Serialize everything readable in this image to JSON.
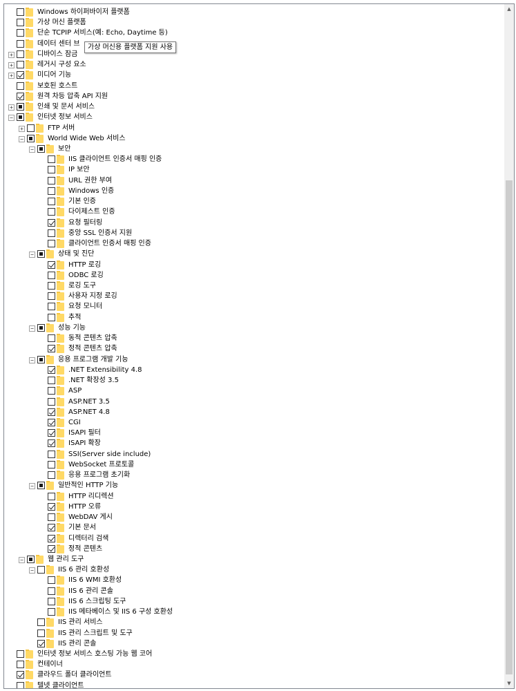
{
  "tooltip": "가상 머신용 플랫폼 지원 사용",
  "scrollbar": {
    "up_glyph": "▲",
    "down_glyph": "▼"
  },
  "tree": [
    {
      "label": "Windows 하이퍼바이저 플랫폼",
      "level": 0,
      "state": "unchecked",
      "expander": "none"
    },
    {
      "label": "가상 머신 플랫폼",
      "level": 0,
      "state": "unchecked",
      "expander": "none"
    },
    {
      "label": "단순 TCPIP 서비스(예: Echo, Daytime 등)",
      "level": 0,
      "state": "unchecked",
      "expander": "none"
    },
    {
      "label": "데이터 센터 브",
      "level": 0,
      "state": "unchecked",
      "expander": "none"
    },
    {
      "label": "디바이스 잠금",
      "level": 0,
      "state": "unchecked",
      "expander": "plus"
    },
    {
      "label": "레거시 구성 요소",
      "level": 0,
      "state": "unchecked",
      "expander": "plus"
    },
    {
      "label": "미디어 기능",
      "level": 0,
      "state": "checked",
      "expander": "plus"
    },
    {
      "label": "보호된 호스트",
      "level": 0,
      "state": "unchecked",
      "expander": "none"
    },
    {
      "label": "원격 차등 압축 API 지원",
      "level": 0,
      "state": "checked",
      "expander": "none"
    },
    {
      "label": "인쇄 및 문서 서비스",
      "level": 0,
      "state": "partial",
      "expander": "plus"
    },
    {
      "label": "인터넷 정보 서비스",
      "level": 0,
      "state": "partial",
      "expander": "minus"
    },
    {
      "label": "FTP 서버",
      "level": 1,
      "state": "unchecked",
      "expander": "plus"
    },
    {
      "label": "World Wide Web 서비스",
      "level": 1,
      "state": "partial",
      "expander": "minus"
    },
    {
      "label": "보안",
      "level": 2,
      "state": "partial",
      "expander": "minus"
    },
    {
      "label": "IIS 클라이언트 인증서 매핑 인증",
      "level": 3,
      "state": "unchecked",
      "expander": "none"
    },
    {
      "label": "IP 보안",
      "level": 3,
      "state": "unchecked",
      "expander": "none"
    },
    {
      "label": "URL 권한 부여",
      "level": 3,
      "state": "unchecked",
      "expander": "none"
    },
    {
      "label": "Windows 인증",
      "level": 3,
      "state": "unchecked",
      "expander": "none"
    },
    {
      "label": "기본 인증",
      "level": 3,
      "state": "unchecked",
      "expander": "none"
    },
    {
      "label": "다이제스트 인증",
      "level": 3,
      "state": "unchecked",
      "expander": "none"
    },
    {
      "label": "요청 필터링",
      "level": 3,
      "state": "checked",
      "expander": "none"
    },
    {
      "label": "중앙 SSL 인증서 지원",
      "level": 3,
      "state": "unchecked",
      "expander": "none"
    },
    {
      "label": "클라이언트 인증서 매핑 인증",
      "level": 3,
      "state": "unchecked",
      "expander": "none"
    },
    {
      "label": "상태 및 진단",
      "level": 2,
      "state": "partial",
      "expander": "minus"
    },
    {
      "label": "HTTP 로깅",
      "level": 3,
      "state": "checked",
      "expander": "none"
    },
    {
      "label": "ODBC 로깅",
      "level": 3,
      "state": "unchecked",
      "expander": "none"
    },
    {
      "label": "로깅 도구",
      "level": 3,
      "state": "unchecked",
      "expander": "none"
    },
    {
      "label": "사용자 지정 로깅",
      "level": 3,
      "state": "unchecked",
      "expander": "none"
    },
    {
      "label": "요청 모니터",
      "level": 3,
      "state": "unchecked",
      "expander": "none"
    },
    {
      "label": "추적",
      "level": 3,
      "state": "unchecked",
      "expander": "none"
    },
    {
      "label": "성능 기능",
      "level": 2,
      "state": "partial",
      "expander": "minus"
    },
    {
      "label": "동적 콘텐츠 압축",
      "level": 3,
      "state": "unchecked",
      "expander": "none"
    },
    {
      "label": "정적 콘텐츠 압축",
      "level": 3,
      "state": "checked",
      "expander": "none"
    },
    {
      "label": "응용 프로그램 개발 기능",
      "level": 2,
      "state": "partial",
      "expander": "minus"
    },
    {
      "label": ".NET Extensibility 4.8",
      "level": 3,
      "state": "checked",
      "expander": "none"
    },
    {
      "label": ".NET 확장성 3.5",
      "level": 3,
      "state": "unchecked",
      "expander": "none"
    },
    {
      "label": "ASP",
      "level": 3,
      "state": "unchecked",
      "expander": "none"
    },
    {
      "label": "ASP.NET 3.5",
      "level": 3,
      "state": "unchecked",
      "expander": "none"
    },
    {
      "label": "ASP.NET 4.8",
      "level": 3,
      "state": "checked",
      "expander": "none"
    },
    {
      "label": "CGI",
      "level": 3,
      "state": "checked",
      "expander": "none"
    },
    {
      "label": "ISAPI 필터",
      "level": 3,
      "state": "checked",
      "expander": "none"
    },
    {
      "label": "ISAPI 확장",
      "level": 3,
      "state": "checked",
      "expander": "none"
    },
    {
      "label": "SSI(Server side include)",
      "level": 3,
      "state": "unchecked",
      "expander": "none"
    },
    {
      "label": "WebSocket 프로토콜",
      "level": 3,
      "state": "unchecked",
      "expander": "none"
    },
    {
      "label": "응용 프로그램 초기화",
      "level": 3,
      "state": "unchecked",
      "expander": "none"
    },
    {
      "label": "일반적인 HTTP 기능",
      "level": 2,
      "state": "partial",
      "expander": "minus"
    },
    {
      "label": "HTTP 리디렉션",
      "level": 3,
      "state": "unchecked",
      "expander": "none"
    },
    {
      "label": "HTTP 오류",
      "level": 3,
      "state": "checked",
      "expander": "none"
    },
    {
      "label": "WebDAV 게시",
      "level": 3,
      "state": "unchecked",
      "expander": "none"
    },
    {
      "label": "기본 문서",
      "level": 3,
      "state": "checked",
      "expander": "none"
    },
    {
      "label": "디렉터리 검색",
      "level": 3,
      "state": "checked",
      "expander": "none"
    },
    {
      "label": "정적 콘텐츠",
      "level": 3,
      "state": "checked",
      "expander": "none"
    },
    {
      "label": "웹 관리 도구",
      "level": 1,
      "state": "partial",
      "expander": "minus"
    },
    {
      "label": "IIS 6 관리 호환성",
      "level": 2,
      "state": "unchecked",
      "expander": "minus"
    },
    {
      "label": "IIS 6 WMI 호환성",
      "level": 3,
      "state": "unchecked",
      "expander": "none"
    },
    {
      "label": "IIS 6 관리 콘솔",
      "level": 3,
      "state": "unchecked",
      "expander": "none"
    },
    {
      "label": "IIS 6 스크립팅 도구",
      "level": 3,
      "state": "unchecked",
      "expander": "none"
    },
    {
      "label": "IIS 메타베이스 및 IIS 6 구성 호환성",
      "level": 3,
      "state": "unchecked",
      "expander": "none"
    },
    {
      "label": "IIS 관리 서비스",
      "level": 2,
      "state": "unchecked",
      "expander": "none"
    },
    {
      "label": "IIS 관리 스크립트 및 도구",
      "level": 2,
      "state": "unchecked",
      "expander": "none"
    },
    {
      "label": "IIS 관리 콘솔",
      "level": 2,
      "state": "checked",
      "expander": "none"
    },
    {
      "label": "인터넷 정보 서비스 호스팅 가능 웹 코어",
      "level": 0,
      "state": "unchecked",
      "expander": "none"
    },
    {
      "label": "컨테이너",
      "level": 0,
      "state": "unchecked",
      "expander": "none"
    },
    {
      "label": "클라우드 폴더 클라이언트",
      "level": 0,
      "state": "checked",
      "expander": "none"
    },
    {
      "label": "텔넷 클라이언트",
      "level": 0,
      "state": "unchecked",
      "expander": "none"
    }
  ]
}
